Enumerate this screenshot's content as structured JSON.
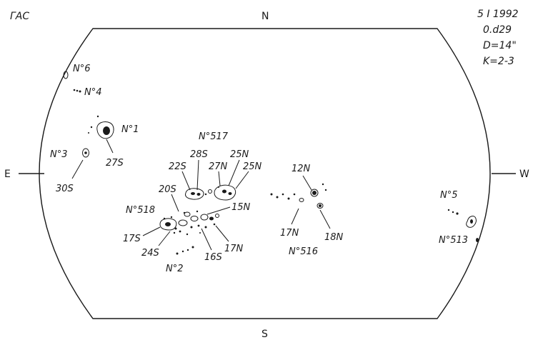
{
  "observatory": "ГАС",
  "observation": {
    "date": "5 I 1992",
    "time": "0.d29",
    "diameter": "D=14\"",
    "quality": "K=2-3"
  },
  "cardinal": {
    "north": "N",
    "south": "S",
    "east": "E",
    "west": "W"
  },
  "labels": {
    "g6": "N°6",
    "g4": "N°4",
    "g1": "N°1",
    "g3": "N°3",
    "g517": "N°517",
    "g518": "N°518",
    "g516": "N°516",
    "g5": "N°5",
    "g513": "N°513",
    "g2": "N°2"
  },
  "latitudes": {
    "l27S": "27S",
    "l30S": "30S",
    "l22S": "22S",
    "l28S": "28S",
    "l27N": "27N",
    "l25Na": "25N",
    "l25Nb": "25N",
    "l20S": "20S",
    "l15N": "15N",
    "l12N": "12N",
    "l17Na": "17N",
    "l18N": "18N",
    "l17S": "17S",
    "l24S": "24S",
    "l16S": "16S",
    "l17Nb": "17N"
  }
}
